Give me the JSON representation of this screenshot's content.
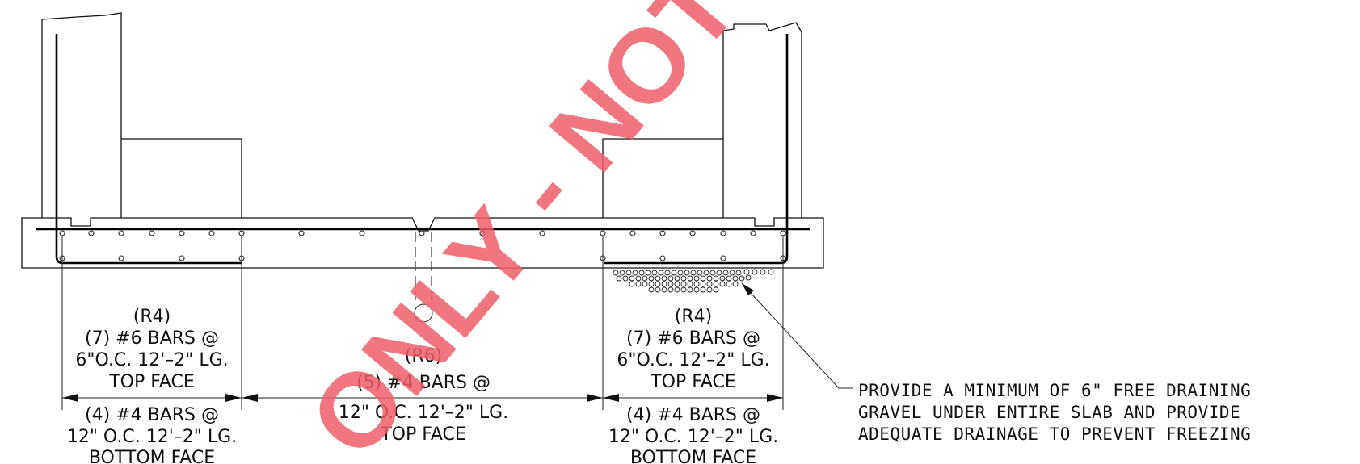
{
  "left_callout": {
    "ref": "(R4)",
    "line1": "(7) #6 BARS @",
    "line2": "6\"O.C. 12'–2\" LG.",
    "line3": "TOP FACE",
    "bottom1": "(4) #4 BARS @",
    "bottom2": "12\" O.C. 12'–2\" LG.",
    "bottom3": "BOTTOM FACE"
  },
  "middle_callout": {
    "ref": "(R6)",
    "line1": "(5) #4 BARS @",
    "line2": "12\" O.C. 12'–2\" LG.",
    "line3": "TOP FACE"
  },
  "right_callout": {
    "ref": "(R4)",
    "line1": "(7) #6 BARS @",
    "line2": "6\"O.C. 12'–2\" LG.",
    "line3": "TOP FACE",
    "bottom1": "(4) #4 BARS @",
    "bottom2": "12\" O.C. 12'–2\" LG.",
    "bottom3": "BOTTOM FACE"
  },
  "gravel_note": {
    "line1": "PROVIDE A MINIMUM OF 6\" FREE DRAINING",
    "line2": "GRAVEL UNDER ENTIRE SLAB AND PROVIDE",
    "line3": "ADEQUATE DRAINAGE TO PREVENT FREEZING"
  },
  "watermark": {
    "text": "ONLY - NOT fo"
  }
}
